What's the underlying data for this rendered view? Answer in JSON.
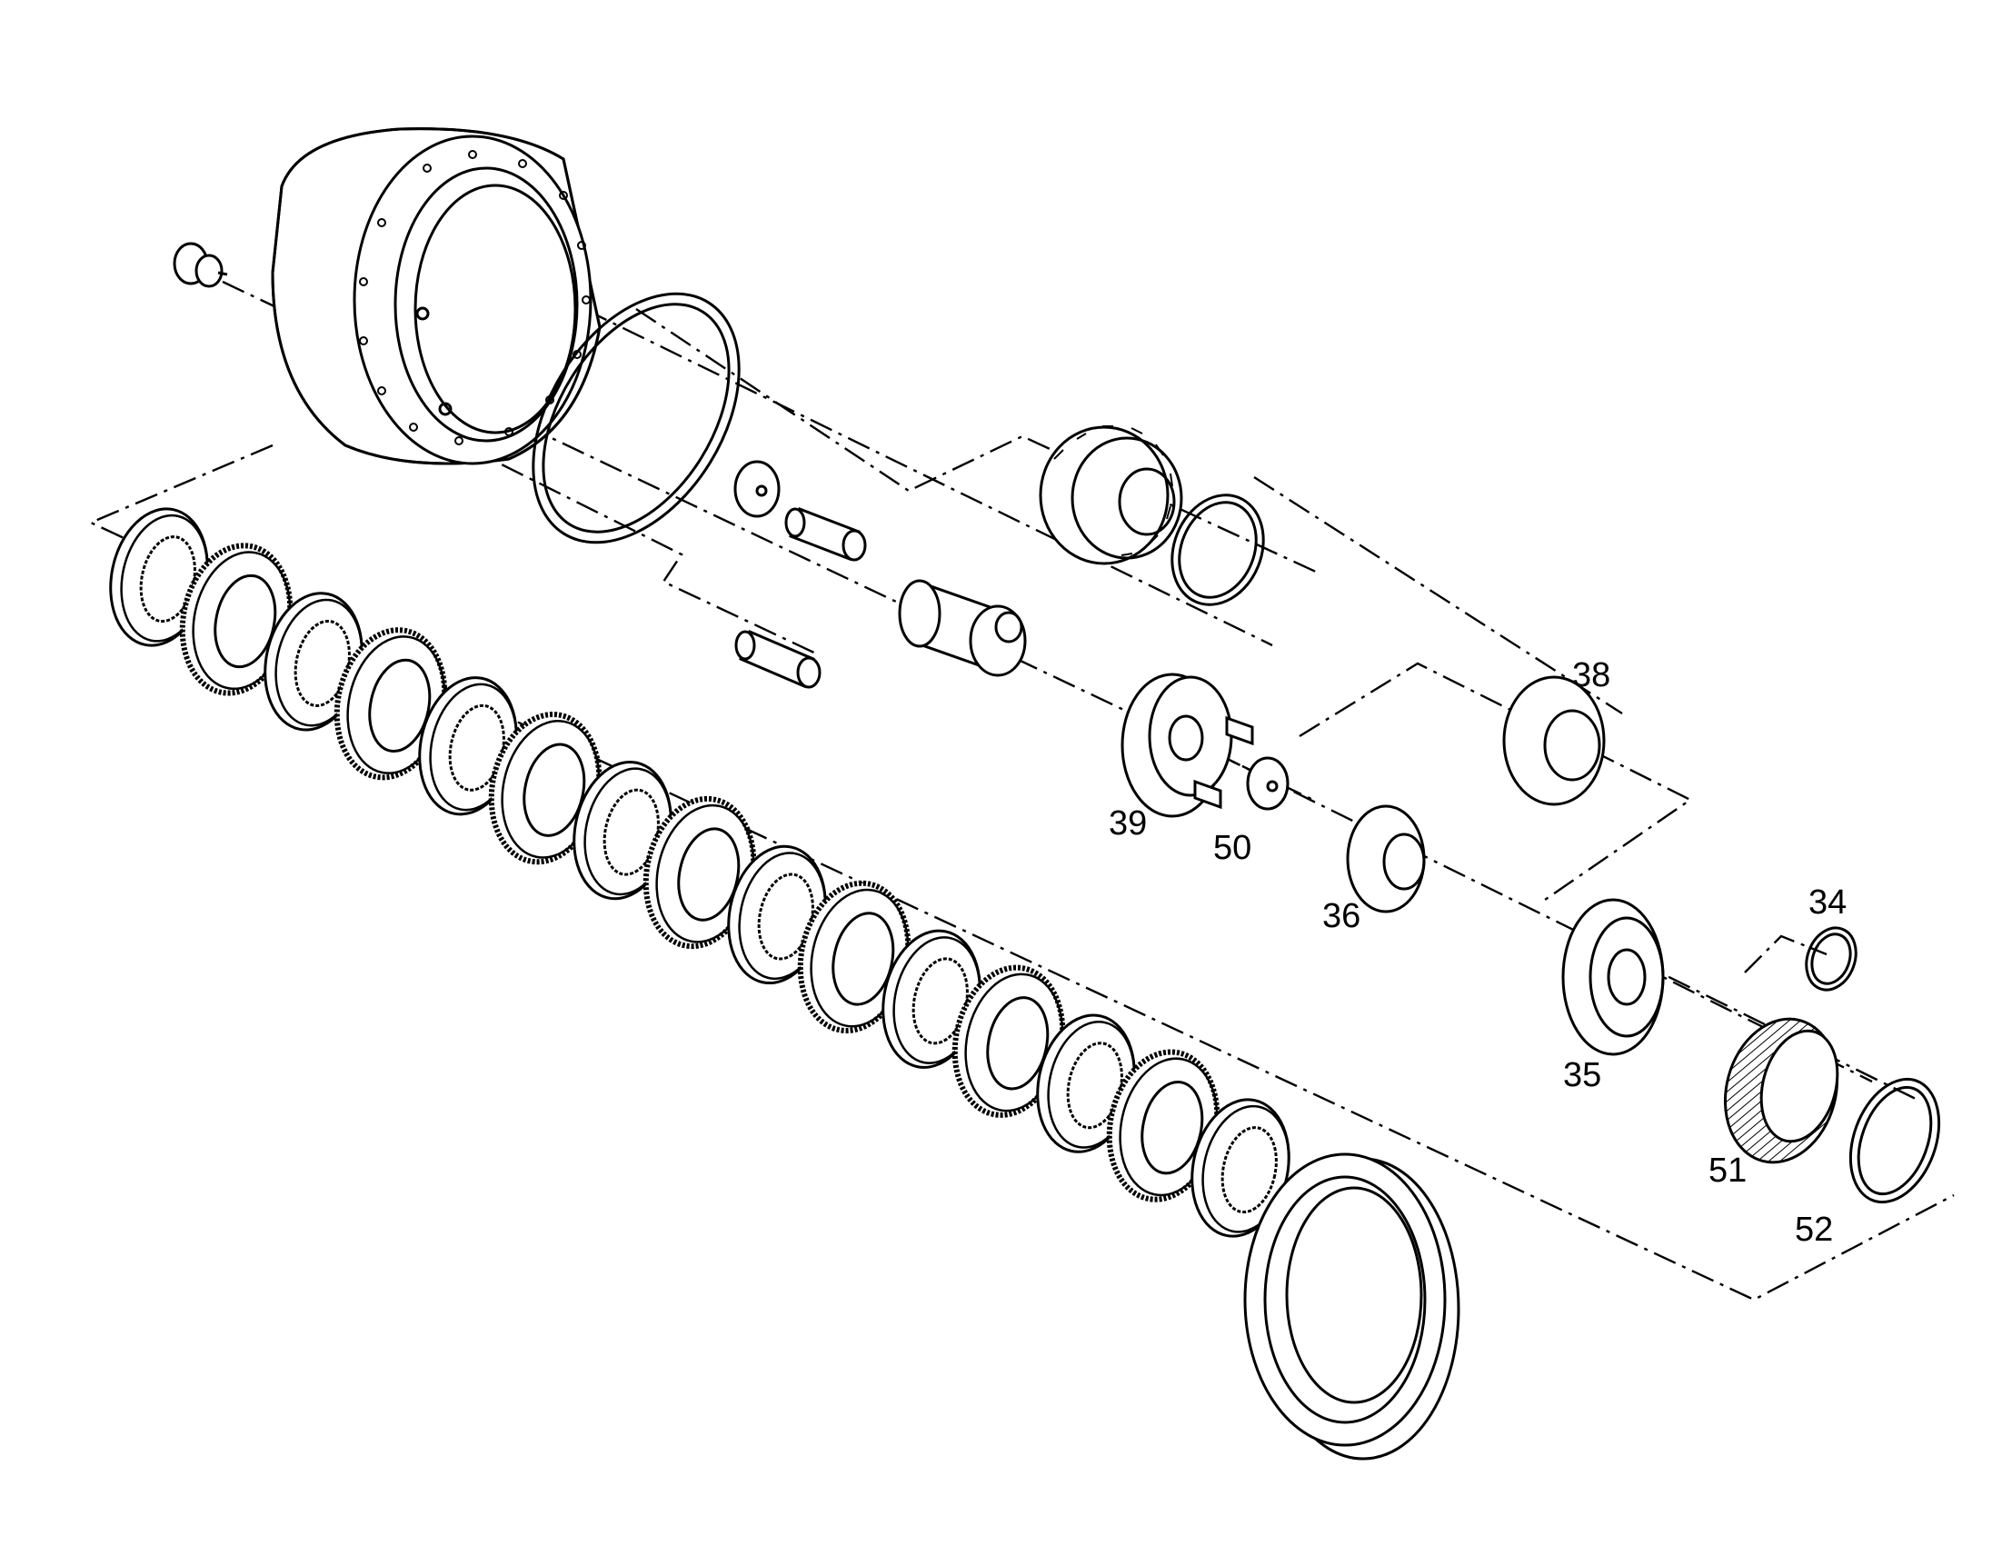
{
  "part_labels": {
    "p34": "34",
    "p35": "35",
    "p36": "36",
    "p38": "38",
    "p39": "39",
    "p50": "50",
    "p51": "51",
    "p52": "52"
  }
}
